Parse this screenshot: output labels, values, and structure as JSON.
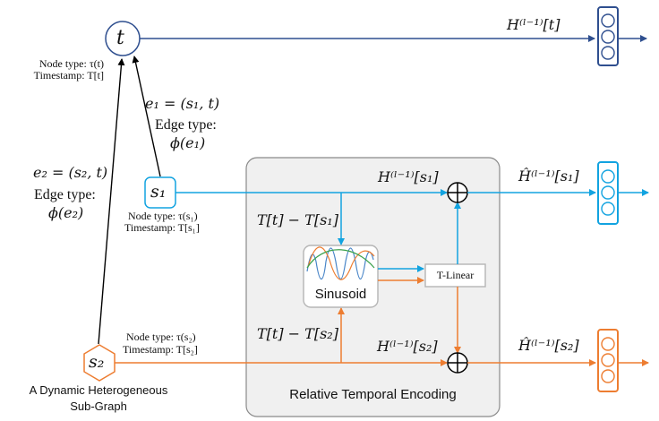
{
  "diagram": {
    "colors": {
      "dark_blue": "#2f4f8f",
      "light_blue": "#12a3e0",
      "orange": "#ed7d31",
      "green": "#3aa04a",
      "panel_fill": "#f0f0f0",
      "panel_border": "#8a8a8a"
    },
    "nodes": {
      "t": {
        "symbol": "t",
        "node_type": "Node type: τ(t)",
        "timestamp": "Timestamp: T[t]"
      },
      "s1": {
        "symbol": "s₁",
        "node_type": "Node type: τ(s₁)",
        "timestamp": "Timestamp: T[s₁]"
      },
      "s2": {
        "symbol": "s₂",
        "node_type": "Node type: τ(s₂)",
        "timestamp": "Timestamp: T[s₂]"
      }
    },
    "edges": {
      "e1": {
        "definition": "e₁ = (s₁, t)",
        "type_label": "Edge type:",
        "type_value": "ϕ(e₁)"
      },
      "e2": {
        "definition": "e₂ = (s₂, t)",
        "type_label": "Edge type:",
        "type_value": "ϕ(e₂)"
      }
    },
    "labels": {
      "h_t": "H⁽ˡ⁻¹⁾[t]",
      "h_s1": "H⁽ˡ⁻¹⁾[s₁]",
      "h_s2": "H⁽ˡ⁻¹⁾[s₂]",
      "hhat_s1": "Ĥ⁽ˡ⁻¹⁾[s₁]",
      "hhat_s2": "Ĥ⁽ˡ⁻¹⁾[s₂]",
      "dt_s1": "T[t] − T[s₁]",
      "dt_s2": "T[t] − T[s₂]"
    },
    "modules": {
      "sinusoid": "Sinusoid",
      "t_linear": "T-Linear",
      "rte_panel": "Relative Temporal Encoding"
    },
    "caption": {
      "line1": "A Dynamic Heterogeneous",
      "line2": "Sub-Graph"
    }
  }
}
